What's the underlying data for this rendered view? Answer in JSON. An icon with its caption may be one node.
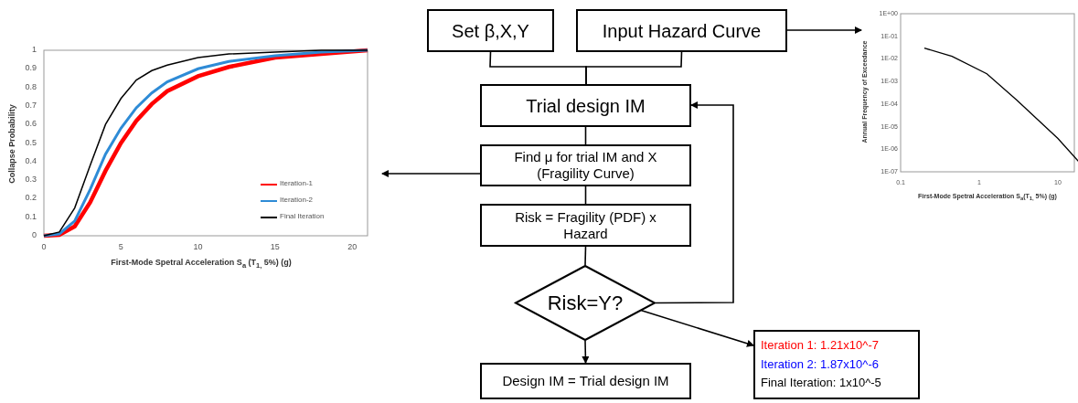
{
  "diagram": {
    "nodes": [
      {
        "text": [
          "Set β,X,Y"
        ]
      },
      {
        "text": [
          "Input Hazard Curve"
        ]
      },
      {
        "text": [
          "Trial design IM"
        ]
      },
      {
        "text": [
          "Find μ for trial IM and X (Fragility Curve)"
        ]
      },
      {
        "text": [
          "Risk = Fragility (PDF) x Hazard"
        ]
      },
      {
        "text": [
          "Risk=Y?"
        ]
      },
      {
        "text": [
          "Design IM = Trial design IM"
        ]
      },
      {
        "text": [
          "Iteration 1: 1.21x10^-7",
          "Iteration 2: 1.87x10^-6",
          "Final Iteration: 1x10^-5"
        ]
      },
      {
        "text": [],
        "shape": "picture"
      },
      {
        "text": [],
        "shape": "picture",
        "beside": [
          "1E+00",
          "1E-01",
          "1E-02",
          "1E-03",
          "1E-04",
          "1E-05",
          "1E-06",
          "1E-07",
          "0.1",
          "1",
          "10",
          "Annual Frequency of Exceedance",
          "First-Mode Spetral Acceleration S$_{a}$(T$_{1,}$ 5%) (g)"
        ]
      }
    ],
    "edges": [
      {
        "from": 0,
        "to": 2,
        "arrow": "none"
      },
      {
        "from": 1,
        "to": 2,
        "arrow": "none"
      },
      {
        "from": 1,
        "to": 9,
        "arrow": "to"
      },
      {
        "from": 2,
        "to": 3,
        "arrow": "none"
      },
      {
        "from": 3,
        "to": 8,
        "arrow": "to"
      },
      {
        "from": 3,
        "to": 4,
        "arrow": "none"
      },
      {
        "from": 4,
        "to": 5,
        "arrow": "none"
      },
      {
        "from": 5,
        "to": 2,
        "arrow": "to"
      },
      {
        "from": 5,
        "to": 6,
        "arrow": "to"
      },
      {
        "from": 5,
        "to": 7,
        "arrow": "to"
      }
    ],
    "chart_data": {
      "type": "line",
      "legend": "lower right",
      "xlabel": "First-Mode Spetral Acceleration S$_{a}$ (T$_{1,}$ 5%) (g)",
      "ylabel": "Collapse Probability",
      "x": [
        0,
        1,
        2,
        3,
        4,
        5,
        6,
        7,
        8,
        10,
        12,
        15,
        18,
        21
      ],
      "series": [
        {
          "name": "Iteration-1",
          "color": "#ff0000",
          "values": [
            0,
            0.005,
            0.05,
            0.18,
            0.35,
            0.5,
            0.62,
            0.71,
            0.78,
            0.86,
            0.91,
            0.96,
            0.98,
            1
          ]
        },
        {
          "name": "Iteration-2",
          "color": "#2e8bd6",
          "values": [
            0,
            0.01,
            0.08,
            0.25,
            0.44,
            0.58,
            0.69,
            0.77,
            0.83,
            0.9,
            0.94,
            0.97,
            0.99,
            1
          ]
        },
        {
          "name": "Final Iteration",
          "color": "#000000",
          "values": [
            0,
            0.02,
            0.15,
            0.38,
            0.6,
            0.74,
            0.84,
            0.89,
            0.92,
            0.96,
            0.98,
            0.99,
            1,
            1
          ]
        }
      ],
      "xlim": [
        0,
        21
      ],
      "ylim": [
        0,
        1
      ],
      "xticks": [
        0,
        5,
        10,
        15,
        20
      ],
      "yticks": [
        0,
        0.1,
        0.2,
        0.3,
        0.4,
        0.5,
        0.6,
        0.7,
        0.8,
        0.9,
        1
      ]
    }
  }
}
